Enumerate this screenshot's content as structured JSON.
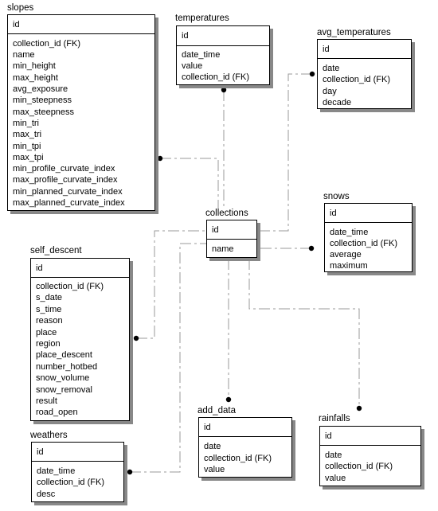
{
  "entities": {
    "slopes": {
      "title": "slopes",
      "pk": "id",
      "fields": [
        "collection_id (FK)",
        "name",
        "min_height",
        "max_height",
        "avg_exposure",
        "min_steepness",
        "max_steepness",
        "min_tri",
        "max_tri",
        "min_tpi",
        "max_tpi",
        "min_profile_curvate_index",
        "max_profile_curvate_index",
        "min_planned_curvate_index",
        "max_planned_curvate_index"
      ]
    },
    "temperatures": {
      "title": "temperatures",
      "pk": "id",
      "fields": [
        "date_time",
        "value",
        "collection_id (FK)"
      ]
    },
    "avg_temperatures": {
      "title": "avg_temperatures",
      "pk": "id",
      "fields": [
        "date",
        "collection_id (FK)",
        "day",
        "decade"
      ]
    },
    "collections": {
      "title": "collections",
      "pk": "id",
      "fields": [
        "name"
      ]
    },
    "snows": {
      "title": "snows",
      "pk": "id",
      "fields": [
        "date_time",
        "collection_id (FK)",
        "average",
        "maximum"
      ]
    },
    "self_descent": {
      "title": "self_descent",
      "pk": "id",
      "fields": [
        "collection_id (FK)",
        "s_date",
        "s_time",
        "reason",
        "place",
        "region",
        "place_descent",
        "number_hotbed",
        "snow_volume",
        "snow_removal",
        "result",
        "road_open"
      ]
    },
    "add_data": {
      "title": "add_data",
      "pk": "id",
      "fields": [
        "date",
        "collection_id (FK)",
        "value"
      ]
    },
    "rainfalls": {
      "title": "rainfalls",
      "pk": "id",
      "fields": [
        "date",
        "collection_id (FK)",
        "value"
      ]
    },
    "weathers": {
      "title": "weathers",
      "pk": "id",
      "fields": [
        "date_time",
        "collection_id (FK)",
        "desc"
      ]
    }
  },
  "colors": {
    "line": "#999999",
    "border": "#000000",
    "shadow": "#888888"
  }
}
